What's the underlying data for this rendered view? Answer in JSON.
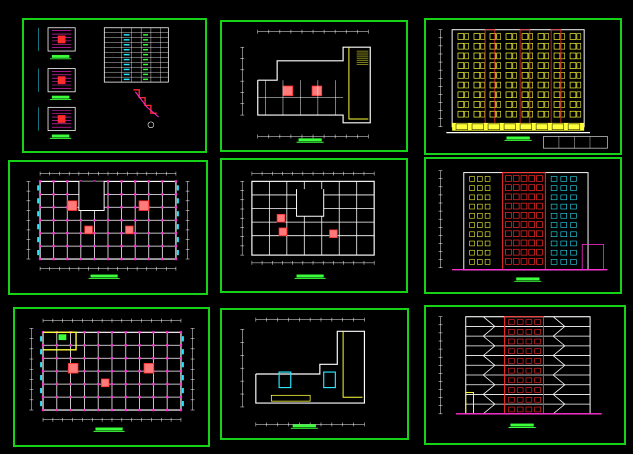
{
  "screen": {
    "background": "#000000",
    "frame_color": "#17d317",
    "wall_color": "#ffffff",
    "accent_colors": {
      "yellow": "#ffff3a",
      "red": "#ff2a2a",
      "magenta": "#ff2fd6",
      "cyan": "#2ae6ff",
      "green": "#3aff3a",
      "blue": "#5f7dff"
    }
  },
  "sheets": [
    {
      "id": "s1",
      "kind": "details-and-schedule"
    },
    {
      "id": "s2",
      "kind": "roof-plan"
    },
    {
      "id": "s3",
      "kind": "front-elevation"
    },
    {
      "id": "s4",
      "kind": "ground-floor-plan"
    },
    {
      "id": "s5",
      "kind": "typical-floor-plan"
    },
    {
      "id": "s6",
      "kind": "side-elevation"
    },
    {
      "id": "s7",
      "kind": "upper-floor-plan"
    },
    {
      "id": "s8",
      "kind": "machine-room-plan"
    },
    {
      "id": "s9",
      "kind": "section"
    }
  ]
}
